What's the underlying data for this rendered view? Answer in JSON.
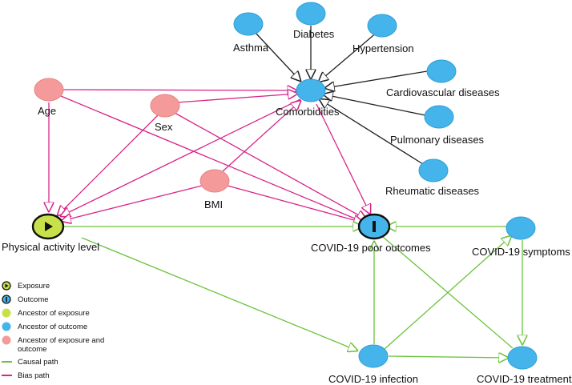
{
  "colors": {
    "exposure": "#c8e04a",
    "outcome": "#45b4ea",
    "ancestor_exposure": "#c8e04a",
    "ancestor_outcome": "#45b4ea",
    "ancestor_both": "#f59a9a",
    "causal": "#6cc23a",
    "bias": "#d9258a",
    "neutral": "#222222"
  },
  "nodes": {
    "asthma": "Asthma",
    "diabetes": "Diabetes",
    "hypertension": "Hypertension",
    "cardiovascular": "Cardiovascular diseases",
    "pulmonary": "Pulmonary diseases",
    "rheumatic": "Rheumatic diseases",
    "comorbidities": "Comorbidities",
    "age": "Age",
    "sex": "Sex",
    "bmi": "BMI",
    "physical_activity": "Physical activity level",
    "outcomes": "COVID-19 poor outcomes",
    "symptoms": "COVID-19 symptoms",
    "infection": "COVID-19 infection",
    "treatment": "COVID-19 treatment"
  },
  "legend": [
    {
      "key": "exposure",
      "label": "Exposure",
      "icon": "play-icon"
    },
    {
      "key": "outcome",
      "label": "Outcome",
      "icon": "outcome-bar-icon"
    },
    {
      "key": "ancestor_exposure",
      "label": "Ancestor of exposure"
    },
    {
      "key": "ancestor_outcome",
      "label": "Ancestor of outcome"
    },
    {
      "key": "ancestor_both",
      "label": "Ancestor of exposure and",
      "label2": "outcome"
    },
    {
      "key": "causal",
      "label": "Causal path"
    },
    {
      "key": "bias",
      "label": "Bias path"
    }
  ]
}
